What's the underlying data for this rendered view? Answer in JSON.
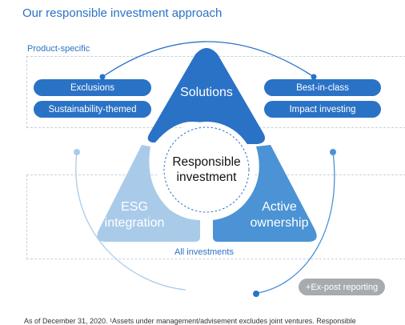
{
  "title": "Our responsible investment approach",
  "product_specific_label": "Product-specific",
  "all_investments_label": "All investments",
  "left_pills": [
    "Exclusions",
    "Sustainability-themed"
  ],
  "right_pills": [
    "Best-in-class",
    "Impact investing"
  ],
  "segments": {
    "top": "Solutions",
    "left_line1": "ESG",
    "left_line2": "integration",
    "right_line1": "Active",
    "right_line2": "ownership"
  },
  "center_line1": "Responsible",
  "center_line2": "investment",
  "ex_post_label": "+Ex-post reporting",
  "footnote": "As of December 31, 2020. ¹Assets under management/advisement excludes joint ventures. Responsible",
  "colors": {
    "primary": "#2a72c6",
    "mid": "#4b93d4",
    "light": "#a9cbe9",
    "gray": "#a7abb0"
  }
}
